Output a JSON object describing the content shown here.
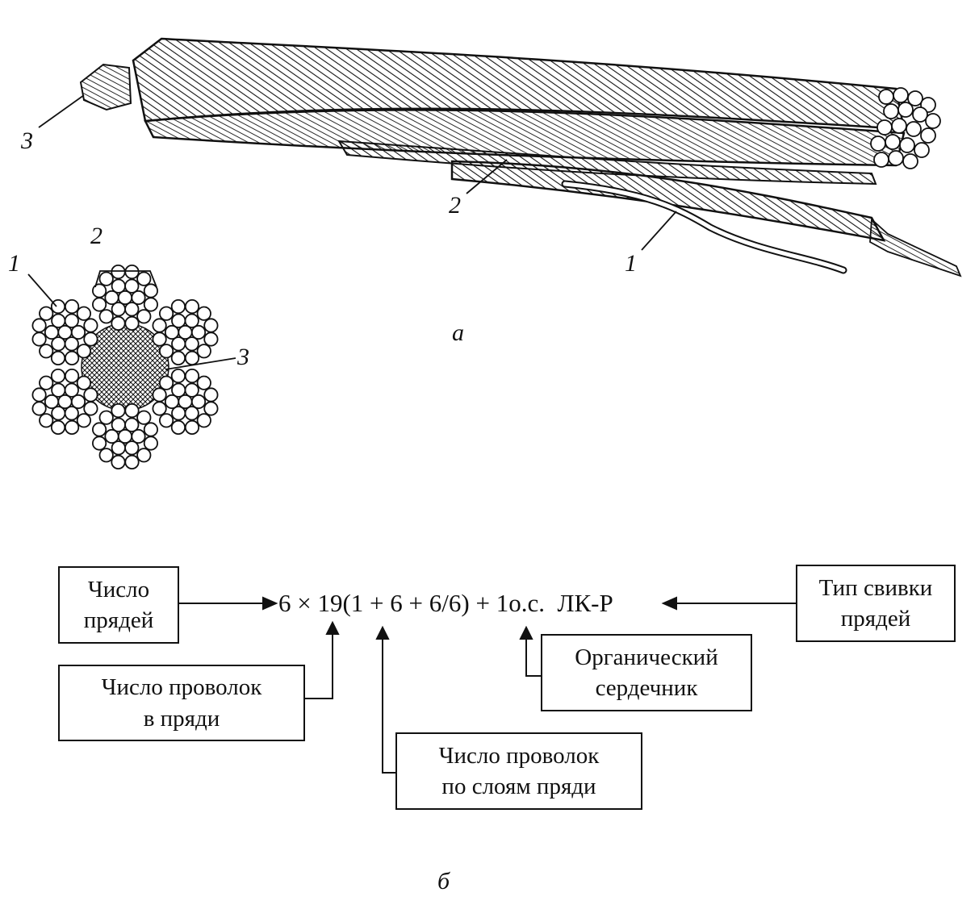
{
  "figure_a": {
    "caption": "а",
    "rope_labels": {
      "core": "3",
      "strand": "2",
      "wire": "1"
    },
    "section_labels": {
      "wire": "1",
      "strand": "2",
      "core": "3"
    }
  },
  "figure_b": {
    "caption": "б",
    "formula": "6 × 19(1 + 6 + 6/6) + 1о.с.  ЛК-Р",
    "boxes": {
      "strand_count": "Число\nпрядей",
      "wires_in_strand": "Число проволок\nв пряди",
      "wires_per_layer": "Число проволок\nпо слоям пряди",
      "organic_core": "Органический\nсердечник",
      "lay_type": "Тип свивки\nпрядей"
    }
  }
}
